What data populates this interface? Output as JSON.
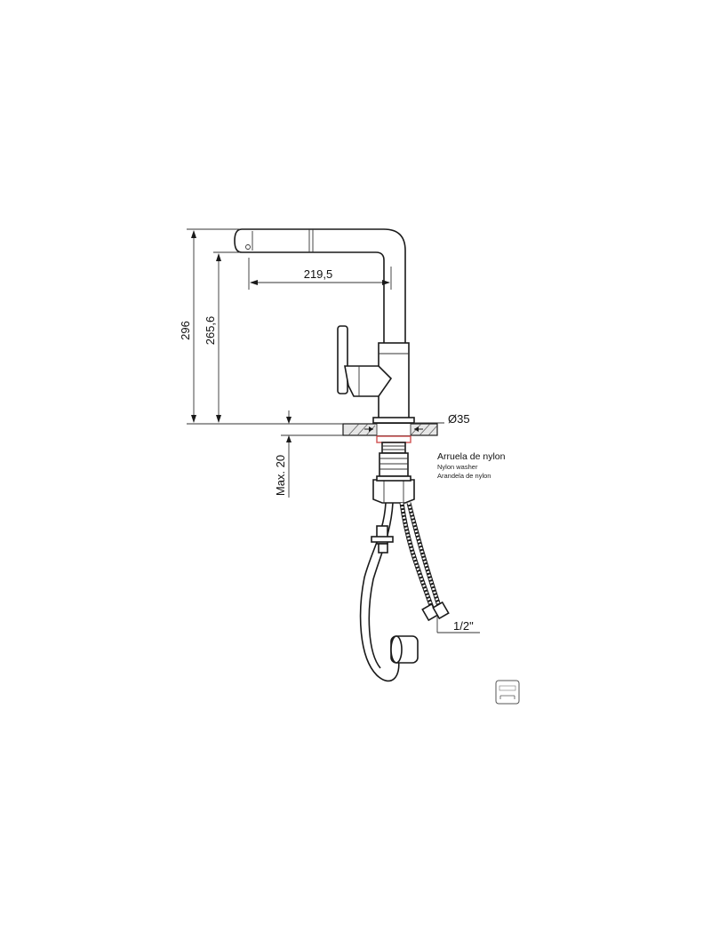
{
  "dimensions": {
    "height_total": "296",
    "height_spout": "265,6",
    "reach": "219,5",
    "hole_diameter": "Ø35",
    "max_deck_thickness": "Max. 20",
    "connection": "1/2\""
  },
  "washer_note": {
    "es": "Arruela de nylon",
    "en": "Nylon washer",
    "pt": "Arandela de nylon"
  },
  "badge": {
    "icon": "warranty-badge-icon"
  },
  "colors": {
    "line": "#1a1a1a",
    "washer_accent": "#d05050"
  }
}
